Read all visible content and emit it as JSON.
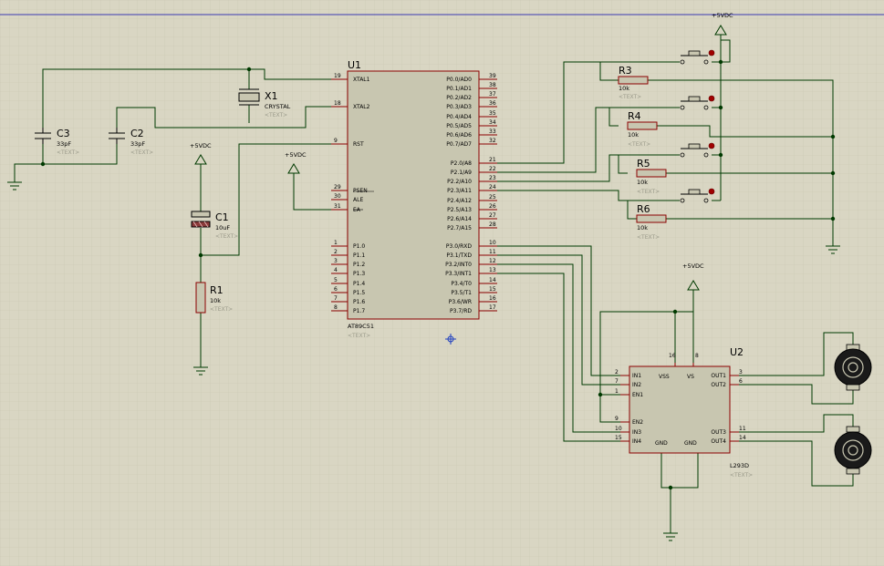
{
  "colors": {
    "background": "#d9d6c3",
    "grid_minor": "#c9c6b2",
    "grid_major": "#b4b19b",
    "wire": "#003a00",
    "component_body": "#c8c6b0",
    "component_outline": "#8b0000",
    "top_border": "#3a3ab0",
    "placeholder_text": "#9a9a8a"
  },
  "mcu": {
    "ref": "U1",
    "part": "AT89C51",
    "text": "<TEXT>",
    "left_pins": [
      {
        "num": "19",
        "name": "XTAL1"
      },
      {
        "num": "18",
        "name": "XTAL2"
      },
      {
        "num": "9",
        "name": "RST"
      },
      {
        "num": "29",
        "name": "PSEN"
      },
      {
        "num": "30",
        "name": "ALE"
      },
      {
        "num": "31",
        "name": "EA"
      },
      {
        "num": "1",
        "name": "P1.0"
      },
      {
        "num": "2",
        "name": "P1.1"
      },
      {
        "num": "3",
        "name": "P1.2"
      },
      {
        "num": "4",
        "name": "P1.3"
      },
      {
        "num": "5",
        "name": "P1.4"
      },
      {
        "num": "6",
        "name": "P1.5"
      },
      {
        "num": "7",
        "name": "P1.6"
      },
      {
        "num": "8",
        "name": "P1.7"
      }
    ],
    "right_pins": [
      {
        "num": "39",
        "name": "P0.0/AD0"
      },
      {
        "num": "38",
        "name": "P0.1/AD1"
      },
      {
        "num": "37",
        "name": "P0.2/AD2"
      },
      {
        "num": "36",
        "name": "P0.3/AD3"
      },
      {
        "num": "35",
        "name": "P0.4/AD4"
      },
      {
        "num": "34",
        "name": "P0.5/AD5"
      },
      {
        "num": "33",
        "name": "P0.6/AD6"
      },
      {
        "num": "32",
        "name": "P0.7/AD7"
      },
      {
        "num": "21",
        "name": "P2.0/A8"
      },
      {
        "num": "22",
        "name": "P2.1/A9"
      },
      {
        "num": "23",
        "name": "P2.2/A10"
      },
      {
        "num": "24",
        "name": "P2.3/A11"
      },
      {
        "num": "25",
        "name": "P2.4/A12"
      },
      {
        "num": "26",
        "name": "P2.5/A13"
      },
      {
        "num": "27",
        "name": "P2.6/A14"
      },
      {
        "num": "28",
        "name": "P2.7/A15"
      },
      {
        "num": "10",
        "name": "P3.0/RXD"
      },
      {
        "num": "11",
        "name": "P3.1/TXD"
      },
      {
        "num": "12",
        "name": "P3.2/INT0"
      },
      {
        "num": "13",
        "name": "P3.3/INT1"
      },
      {
        "num": "14",
        "name": "P3.4/T0"
      },
      {
        "num": "15",
        "name": "P3.5/T1"
      },
      {
        "num": "16",
        "name": "P3.6/WR"
      },
      {
        "num": "17",
        "name": "P3.7/RD"
      }
    ]
  },
  "driver": {
    "ref": "U2",
    "part": "L293D",
    "text": "<TEXT>",
    "inputs": [
      {
        "num": "2",
        "name": "IN1"
      },
      {
        "num": "7",
        "name": "IN2"
      },
      {
        "num": "1",
        "name": "EN1"
      },
      {
        "num": "9",
        "name": "EN2"
      },
      {
        "num": "10",
        "name": "IN3"
      },
      {
        "num": "15",
        "name": "IN4"
      }
    ],
    "outputs": [
      {
        "num": "3",
        "name": "OUT1"
      },
      {
        "num": "6",
        "name": "OUT2"
      },
      {
        "num": "11",
        "name": "OUT3"
      },
      {
        "num": "14",
        "name": "OUT4"
      }
    ],
    "top_pins": [
      {
        "num": "16",
        "name": "VSS"
      },
      {
        "num": "8",
        "name": "VS"
      }
    ],
    "bottom_labels": [
      "GND",
      "GND"
    ]
  },
  "components": {
    "c3": {
      "ref": "C3",
      "value": "33pF",
      "text": "<TEXT>"
    },
    "c2": {
      "ref": "C2",
      "value": "33pF",
      "text": "<TEXT>"
    },
    "x1": {
      "ref": "X1",
      "value": "CRYSTAL",
      "text": "<TEXT>"
    },
    "c1": {
      "ref": "C1",
      "value": "10uF",
      "text": "<TEXT>"
    },
    "r1": {
      "ref": "R1",
      "value": "10k",
      "text": "<TEXT>"
    },
    "r3": {
      "ref": "R3",
      "value": "10k",
      "text": "<TEXT>"
    },
    "r4": {
      "ref": "R4",
      "value": "10k",
      "text": "<TEXT>"
    },
    "r5": {
      "ref": "R5",
      "value": "10k",
      "text": "<TEXT>"
    },
    "r6": {
      "ref": "R6",
      "value": "10k",
      "text": "<TEXT>"
    }
  },
  "power_labels": [
    "+5VDC",
    "+5VDC",
    "+5VDC",
    "+5VDC"
  ]
}
